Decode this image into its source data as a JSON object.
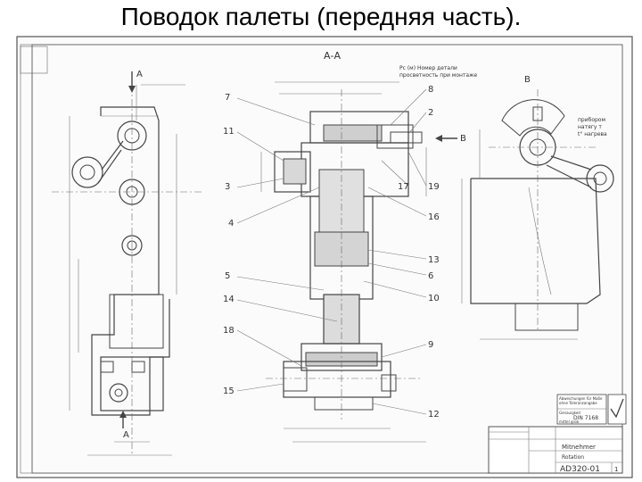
{
  "slide": {
    "title": "Поводок палеты (передняя часть)."
  },
  "drawing": {
    "views": {
      "section": "А-А",
      "view_b": "В",
      "cut_a": "А",
      "arrow_b": "В"
    },
    "callouts": [
      "7",
      "11",
      "3",
      "4",
      "5",
      "14",
      "18",
      "15",
      "8",
      "2",
      "17",
      "19",
      "16",
      "13",
      "6",
      "10",
      "9",
      "12"
    ],
    "notes": {
      "gap": "Рс (м) Номер детали",
      "gap2": "просветность при монтаже",
      "side1": "прибором",
      "side2": "натягу т",
      "side3": "t° нагрева"
    },
    "legend_box": {
      "line1": "Abweichungen für Maße",
      "line2": "ohne Toleranzangabe",
      "line3": "Genauigkeit",
      "standard": "DIN 7168",
      "grade": "mittel grob"
    },
    "title_block": {
      "part1": "Mitnehmer",
      "part2": "Rotation",
      "drawing_number": "AD320-01",
      "sheet": "1"
    },
    "colors": {
      "ink": "#3a3a3a",
      "paper": "#ffffff"
    },
    "icons": [
      "check-mark-icon"
    ]
  }
}
